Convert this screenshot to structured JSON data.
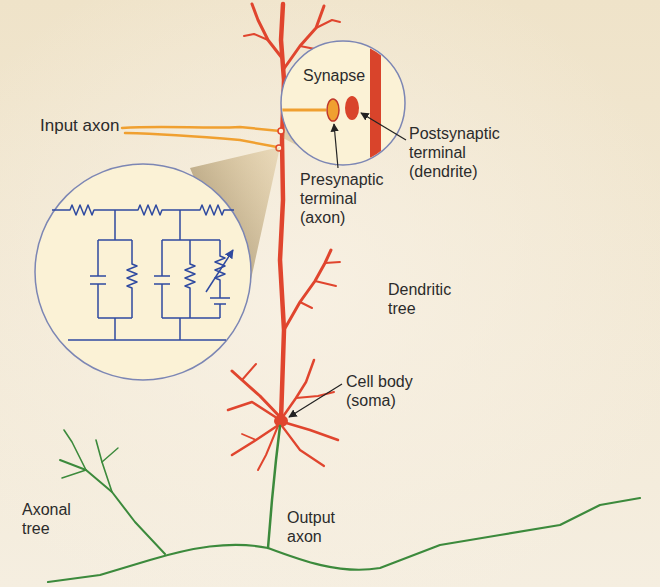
{
  "diagram": {
    "labels": [
      "Input axon",
      "Synapse",
      "Postsynaptic terminal (dendrite)",
      "Presynaptic terminal (axon)",
      "Dendritic tree",
      "Cell body (soma)",
      "Axonal tree",
      "Output axon"
    ]
  }
}
